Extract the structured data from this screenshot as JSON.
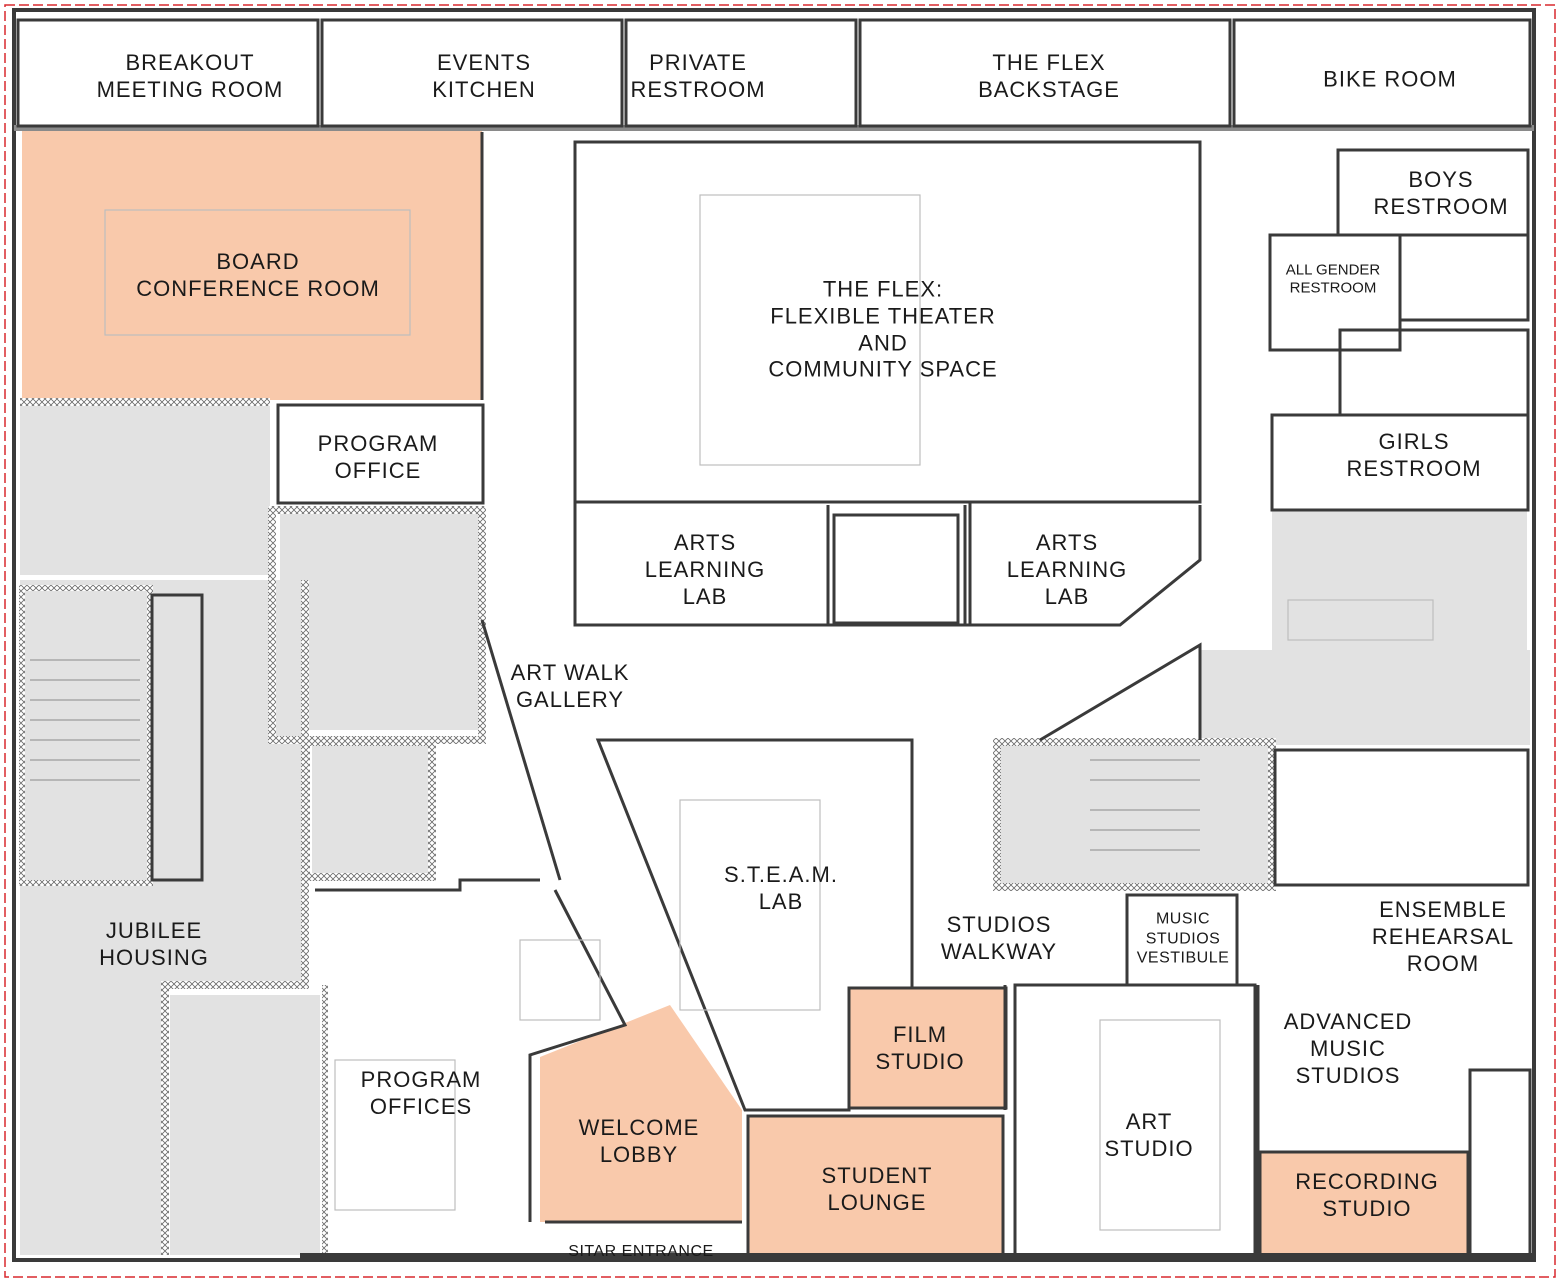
{
  "plan": {
    "colors": {
      "highlight": "#f9c9ab",
      "circulation": "#e2e2e2",
      "wall": "#3a3a3a",
      "boundary": "#d9282f",
      "furniture": "#bdbdbd"
    },
    "rooms": [
      {
        "id": "breakout",
        "lines": [
          "BREAKOUT",
          "MEETING ROOM"
        ]
      },
      {
        "id": "events-kitchen",
        "lines": [
          "EVENTS",
          "KITCHEN"
        ]
      },
      {
        "id": "private-restroom",
        "lines": [
          "PRIVATE",
          "RESTROOM"
        ]
      },
      {
        "id": "flex-backstage",
        "lines": [
          "THE FLEX",
          "BACKSTAGE"
        ]
      },
      {
        "id": "bike-room",
        "lines": [
          "BIKE ROOM"
        ]
      },
      {
        "id": "board-conference",
        "lines": [
          "BOARD",
          "CONFERENCE ROOM"
        ]
      },
      {
        "id": "the-flex",
        "lines": [
          "THE FLEX:",
          "FLEXIBLE THEATER",
          "AND",
          "COMMUNITY SPACE"
        ]
      },
      {
        "id": "boys-restroom",
        "lines": [
          "BOYS",
          "RESTROOM"
        ]
      },
      {
        "id": "all-gender-restroom",
        "lines": [
          "ALL GENDER",
          "RESTROOM"
        ]
      },
      {
        "id": "girls-restroom",
        "lines": [
          "GIRLS",
          "RESTROOM"
        ]
      },
      {
        "id": "program-office",
        "lines": [
          "PROGRAM",
          "OFFICE"
        ]
      },
      {
        "id": "arts-lab-1",
        "lines": [
          "ARTS",
          "LEARNING",
          "LAB"
        ]
      },
      {
        "id": "arts-lab-2",
        "lines": [
          "ARTS",
          "LEARNING",
          "LAB"
        ]
      },
      {
        "id": "art-walk",
        "lines": [
          "ART WALK",
          "GALLERY"
        ]
      },
      {
        "id": "steam-lab",
        "lines": [
          "S.T.E.A.M.",
          "LAB"
        ]
      },
      {
        "id": "studios-walkway",
        "lines": [
          "STUDIOS",
          "WALKWAY"
        ]
      },
      {
        "id": "music-vestibule",
        "lines": [
          "MUSIC",
          "STUDIOS",
          "VESTIBULE"
        ]
      },
      {
        "id": "ensemble",
        "lines": [
          "ENSEMBLE",
          "REHEARSAL",
          "ROOM"
        ]
      },
      {
        "id": "jubilee",
        "lines": [
          "JUBILEE",
          "HOUSING"
        ]
      },
      {
        "id": "program-offices",
        "lines": [
          "PROGRAM",
          "OFFICES"
        ]
      },
      {
        "id": "film-studio",
        "lines": [
          "FILM",
          "STUDIO"
        ]
      },
      {
        "id": "welcome-lobby",
        "lines": [
          "WELCOME",
          "LOBBY"
        ]
      },
      {
        "id": "student-lounge",
        "lines": [
          "STUDENT",
          "LOUNGE"
        ]
      },
      {
        "id": "art-studio",
        "lines": [
          "ART",
          "STUDIO"
        ]
      },
      {
        "id": "advanced-music",
        "lines": [
          "ADVANCED",
          "MUSIC",
          "STUDIOS"
        ]
      },
      {
        "id": "recording-studio",
        "lines": [
          "RECORDING",
          "STUDIO"
        ]
      },
      {
        "id": "sitar-entrance",
        "lines": [
          "SITAR ENTRANCE"
        ]
      }
    ]
  }
}
